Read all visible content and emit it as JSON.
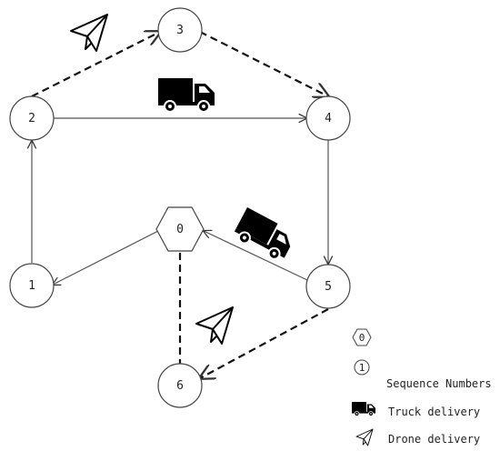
{
  "nodes": [
    {
      "id": "0",
      "label": "0",
      "shape": "hexagon"
    },
    {
      "id": "1",
      "label": "1",
      "shape": "circle"
    },
    {
      "id": "2",
      "label": "2",
      "shape": "circle"
    },
    {
      "id": "3",
      "label": "3",
      "shape": "circle"
    },
    {
      "id": "4",
      "label": "4",
      "shape": "circle"
    },
    {
      "id": "5",
      "label": "5",
      "shape": "circle"
    },
    {
      "id": "6",
      "label": "6",
      "shape": "circle"
    }
  ],
  "edges": [
    {
      "from": "0",
      "to": "1",
      "mode": "truck"
    },
    {
      "from": "1",
      "to": "2",
      "mode": "truck"
    },
    {
      "from": "2",
      "to": "4",
      "mode": "truck"
    },
    {
      "from": "4",
      "to": "5",
      "mode": "truck"
    },
    {
      "from": "5",
      "to": "0",
      "mode": "truck"
    },
    {
      "from": "2",
      "to": "3",
      "mode": "drone"
    },
    {
      "from": "3",
      "to": "4",
      "mode": "drone"
    },
    {
      "from": "0",
      "to": "6",
      "mode": "drone"
    },
    {
      "from": "5",
      "to": "6",
      "mode": "drone"
    }
  ],
  "legend": {
    "depot_symbol": "0",
    "customer_symbol": "1",
    "sequence_label": "Sequence Numbers",
    "truck_label": "Truck delivery",
    "drone_label": "Drone delivery",
    "truck_icon": "truck-icon",
    "drone_icon": "paper-plane-icon"
  },
  "colors": {
    "line": "#444444",
    "icon": "#000000"
  }
}
